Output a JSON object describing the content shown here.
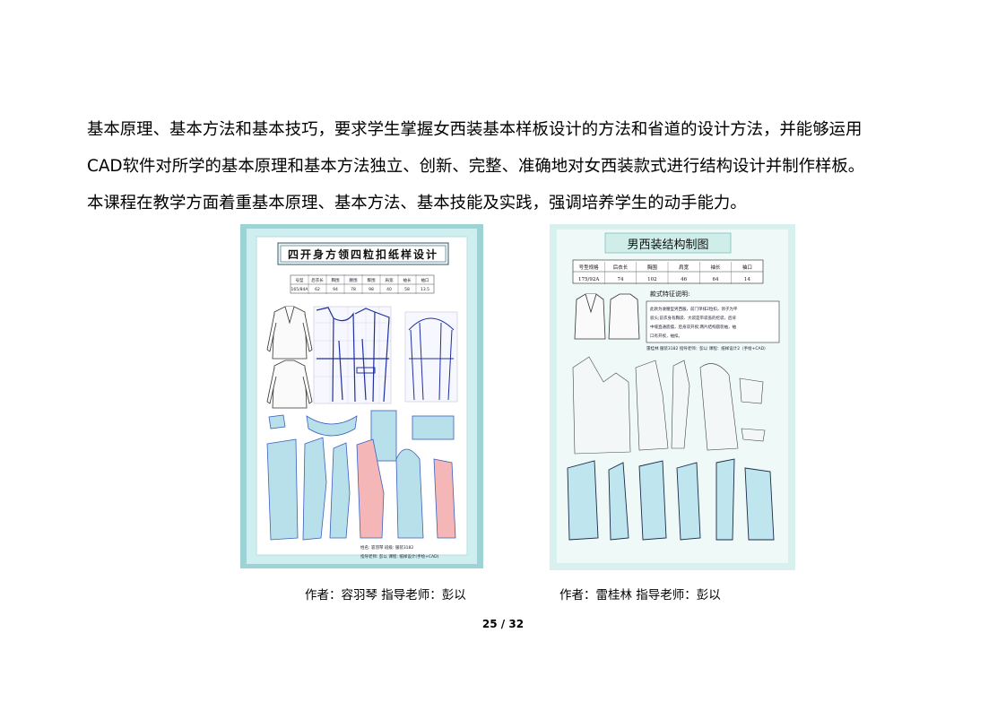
{
  "body_text": {
    "line1": "基本原理、基本方法和基本技巧，要求学生掌握女西装基本样板设计的方法和省道的设计方法，并能够运用",
    "line2": "CAD软件对所学的基本原理和基本方法独立、创新、完整、准确地对女西装款式进行结构设计并制作样板。",
    "line3": "本课程在教学方面着重基本原理、基本方法、基本技能及实践，强调培养学生的动手能力。"
  },
  "figure_left": {
    "title": "四开身方领四粒扣纸样设计",
    "table_headers": [
      "号型",
      "后衣长",
      "胸围",
      "腰围",
      "臀围",
      "肩宽",
      "袖长",
      "袖口"
    ],
    "table_values": [
      "165/84A",
      "62",
      "94",
      "78",
      "98",
      "40",
      "58",
      "13.5"
    ],
    "name_line": "姓名: 容羽琴    班级: 服装3182",
    "teacher_line": "指导老师: 彭以    课程: 纸样设计(手绘+CAD)"
  },
  "figure_right": {
    "title": "男西装结构制图",
    "table_headers": [
      "号型规格",
      "后衣长",
      "胸围",
      "肩宽",
      "袖长",
      "袖口"
    ],
    "table_values": [
      "175/92A",
      "74",
      "102",
      "46",
      "64",
      "14"
    ],
    "spec_title": "款式特征说明:",
    "spec_lines": [
      "此款为收腰型男西服，前门单排2粒扣，领子为平",
      "驳头;前衣身有胸袋、大袋是带袋盖的挖袋，后背",
      "中缝直通底摆，后身双开衩;两片结构圆装袖，袖",
      "口有开衩，袖扣。"
    ],
    "credit_line": "雷桂林  服装3182  指导老师：彭以  课程：纸样设计2（手绘+CAD）"
  },
  "captions": {
    "left": "作者：容羽琴 指导老师：彭以",
    "right": "作者：雷桂林 指导老师：彭以"
  },
  "page_number": "25 / 32",
  "colors": {
    "left_frame": "#9ed3d6",
    "left_bg": "#d4eef0",
    "right_bg": "#d8f0ee",
    "pattern_fill": "#b8e0ea",
    "pattern_pink": "#f4b6b6",
    "pattern_line": "#1f2fa0"
  }
}
